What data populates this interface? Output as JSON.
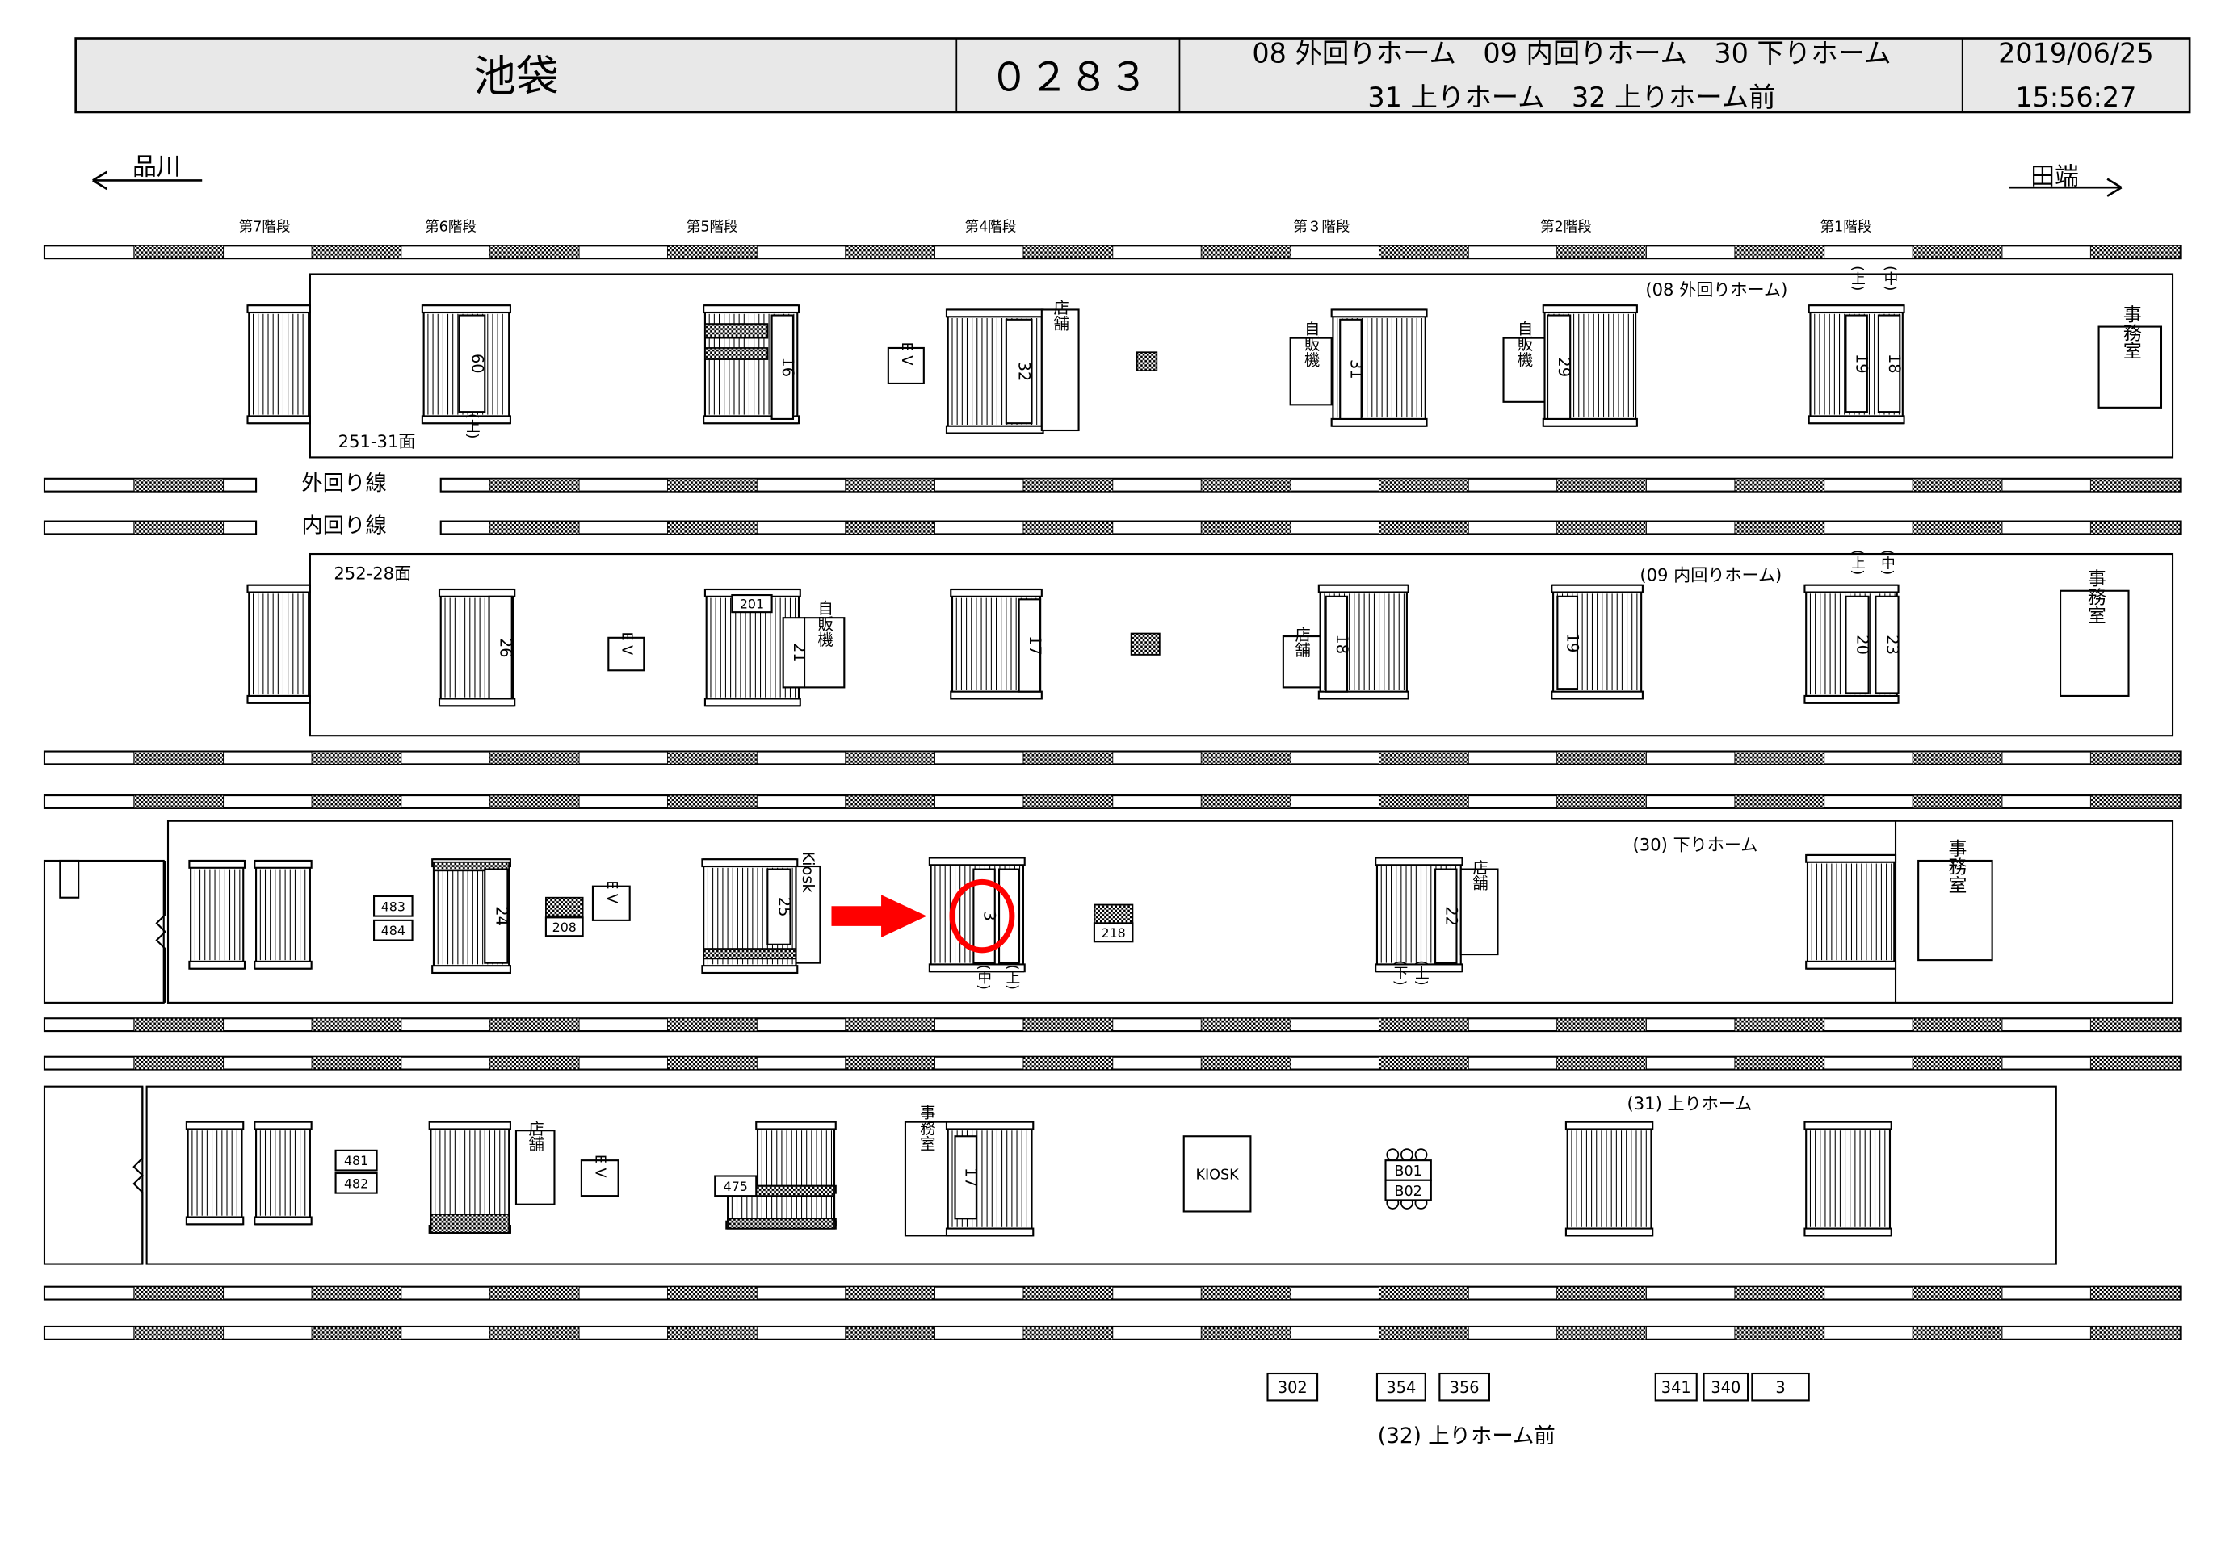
{
  "header": {
    "station": "池袋",
    "code": "０２８３",
    "platforms_line1": "08 外回りホーム　09 内回りホーム　30 下りホーム",
    "platforms_line2": "31 上りホーム　32 上りホーム前",
    "date": "2019/06/25",
    "time": "15:56:27"
  },
  "directions": {
    "left": "品川",
    "right": "田端"
  },
  "stairs": [
    "第7階段",
    "第6階段",
    "第5階段",
    "第4階段",
    "第３階段",
    "第2階段",
    "第1階段"
  ],
  "tracks": {
    "outer": "外回り線",
    "inner": "内回り線"
  },
  "p08": {
    "name": "(08 外回りホーム)",
    "face": "251-31面",
    "s60": "60",
    "s16": "16",
    "s32": "32",
    "s31": "31",
    "s29": "29",
    "s19": "19",
    "s18": "18",
    "shop": "店舗",
    "vend1": "自販機",
    "vend2": "自販機",
    "office": "事務室",
    "ev": "E V",
    "up1": "(上)",
    "up2": "(上)",
    "mid": "(中)"
  },
  "p09": {
    "name": "(09 内回りホーム)",
    "face": "252-28面",
    "s26": "26",
    "s201": "201",
    "s21": "21",
    "s17": "17",
    "s18": "18",
    "s19": "19",
    "s20": "20",
    "s23": "23",
    "vend": "自販機",
    "shop": "店舗",
    "office": "事務室",
    "ev": "E V",
    "up": "(上)",
    "mid": "(中)"
  },
  "p30": {
    "name": "(30) 下りホーム",
    "b483": "483",
    "b484": "484",
    "s24": "24",
    "b208": "208",
    "ev": "E V",
    "s25": "25",
    "kiosk": "Kiosk",
    "s3": "3",
    "b218": "218",
    "s22": "22",
    "shop": "店舗",
    "office": "事務室",
    "mid": "(中)",
    "up1": "(上)",
    "down": "(下)",
    "up2": "(上)"
  },
  "p31": {
    "name": "(31) 上りホーム",
    "b481": "481",
    "b482": "482",
    "shop": "店舗",
    "ev": "E V",
    "b475": "475",
    "office": "事務室",
    "s17": "17",
    "kiosk": "KIOSK",
    "b01": "B01",
    "b02": "B02"
  },
  "p32": {
    "name": "(32) 上りホーム前",
    "boxes": [
      "302",
      "354",
      "356",
      "341",
      "340",
      "3"
    ]
  },
  "colors": {
    "highlight": "#ff0000",
    "header_bg": "#e8e8e8"
  }
}
